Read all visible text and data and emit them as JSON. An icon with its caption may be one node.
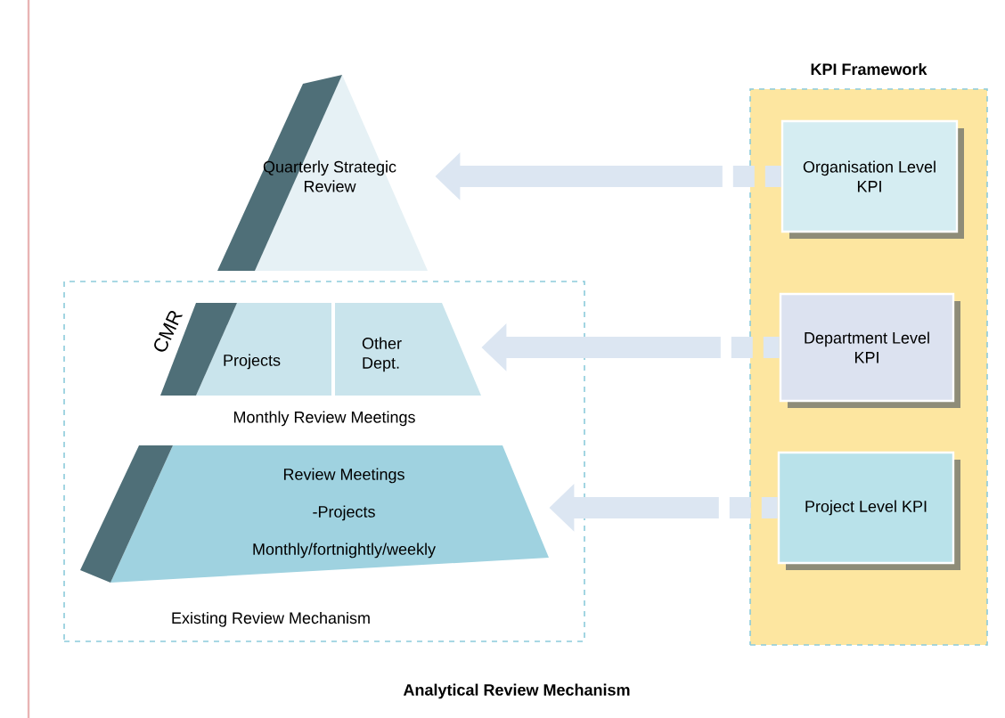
{
  "diagram": {
    "nodes": [
      {
        "text": [
          "Existing Review Mechanism"
        ]
      },
      {
        "text": [
          "Quarterly Strategic Review"
        ]
      },
      {
        "text": [
          "Monthly Review Meetings"
        ],
        "beside": [
          "CMR"
        ],
        "in": 0
      },
      {
        "text": [
          "Projects"
        ],
        "in": 2
      },
      {
        "text": [
          "Other Dept."
        ],
        "in": 2
      },
      {
        "text": [
          "Review Meetings",
          "-Projects",
          "Monthly/fortnightly/weekly"
        ],
        "in": 0
      },
      {
        "text": [
          "KPI Framework"
        ]
      },
      {
        "text": [
          "Organisation Level KPI"
        ],
        "in": 6
      },
      {
        "text": [
          "Department Level KPI"
        ],
        "in": 6
      },
      {
        "text": [
          "Project Level KPI"
        ],
        "in": 6
      }
    ],
    "edges": [
      {
        "from": 7,
        "to": 1,
        "arrow": "to"
      },
      {
        "from": 8,
        "to": 2,
        "arrow": "to"
      },
      {
        "from": 9,
        "to": 5,
        "arrow": "to"
      }
    ],
    "labels": [
      "Analytical Review Mechanism"
    ]
  }
}
